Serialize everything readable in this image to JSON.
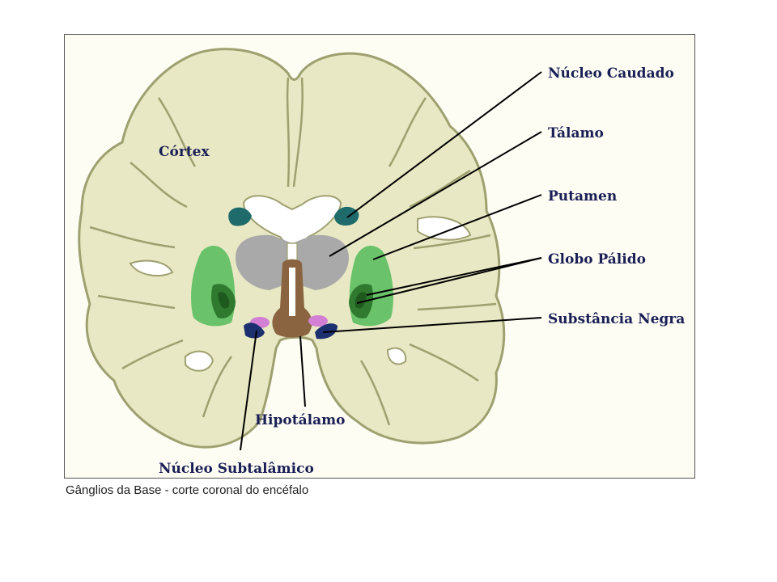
{
  "figure": {
    "labels": {
      "cortex": "Córtex",
      "caudate": "Núcleo Caudado",
      "thalamus": "Tálamo",
      "putamen": "Putamen",
      "globus_pallidus": "Globo Pálido",
      "substantia_nigra": "Substância Negra",
      "hypothalamus": "Hipotálamo",
      "subthalamic": "Núcleo Subtalâmico"
    },
    "colors": {
      "white_matter": "#e8e8c4",
      "cortex_outline": "#9fa070",
      "caudate": "#1f6b6b",
      "thalamus": "#a9a9a9",
      "putamen": "#6ac36a",
      "globus_pallidus": "#2f7a2f",
      "substantia_nigra": "#1c2f6f",
      "subthalamic": "#d37fd3",
      "hypothalamus": "#8a6440",
      "ventricles": "#ffffff",
      "label_text": "#1a1f55",
      "leader_line": "#000000"
    }
  },
  "caption": "Gânglios da Base - corte coronal do encéfalo"
}
